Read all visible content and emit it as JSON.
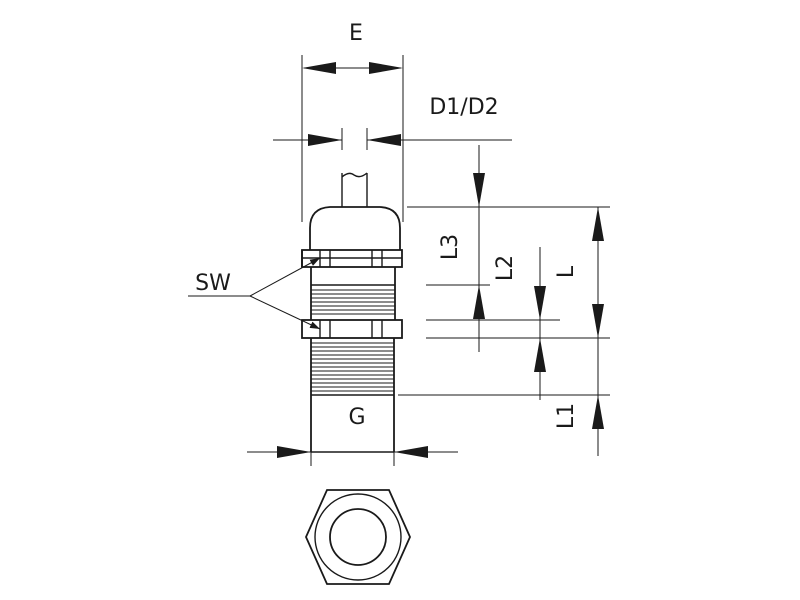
{
  "labels": {
    "e": "E",
    "d1d2": "D1/D2",
    "l3": "L3",
    "l2": "L2",
    "l": "L",
    "l1": "L1",
    "sw": "SW",
    "g": "G"
  }
}
